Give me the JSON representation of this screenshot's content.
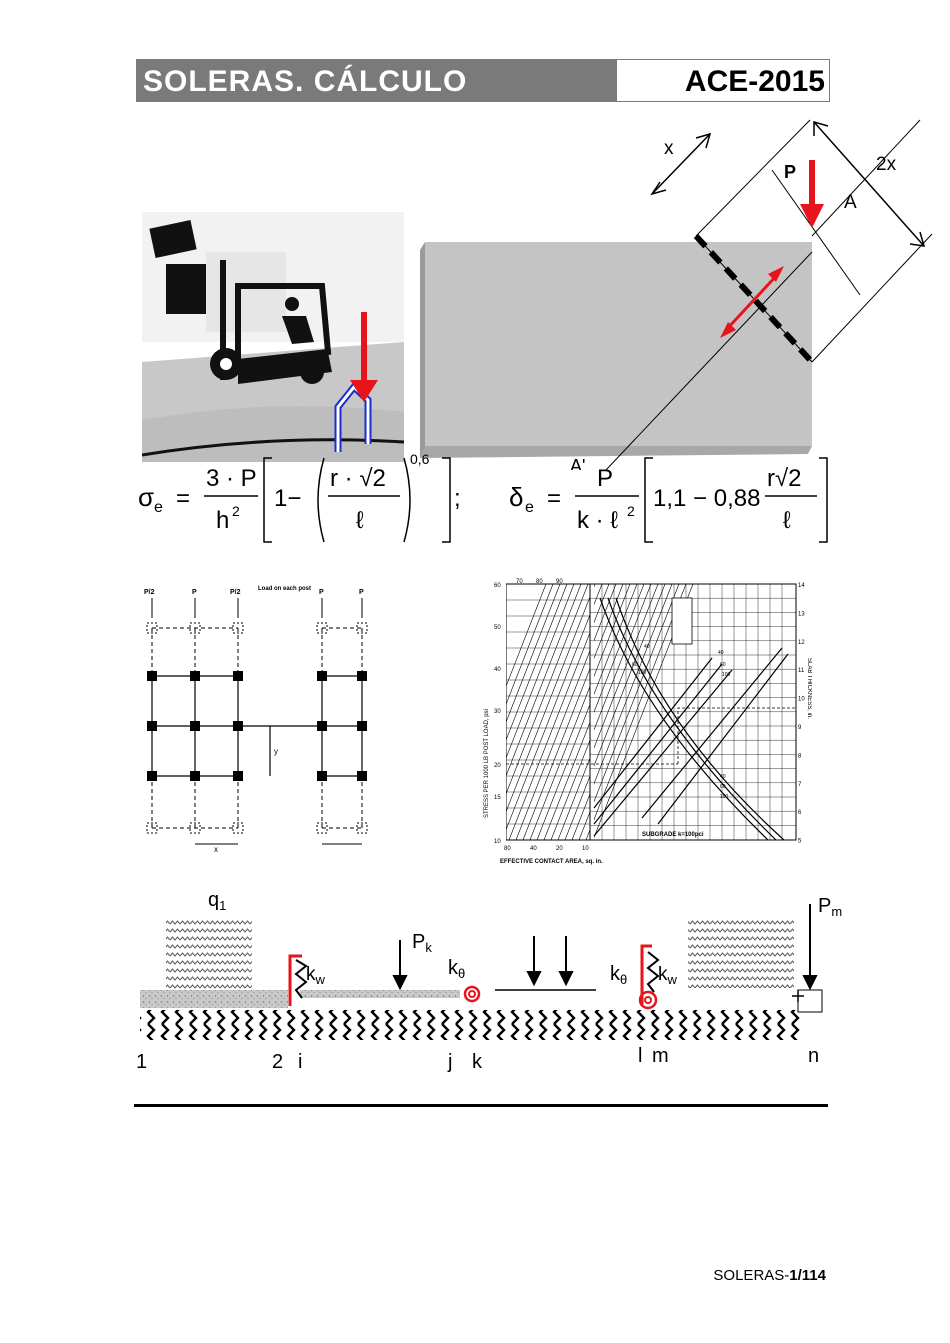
{
  "header": {
    "title": "SOLERAS.  CÁLCULO",
    "code": "ACE-2015"
  },
  "slab_figure": {
    "x_label": "x",
    "two_x_label": "2x",
    "p_label": "P",
    "a_label": "A",
    "a_prime_label": "A'"
  },
  "formula_stress": {
    "lhs": "σ",
    "lhs_sub": "e",
    "eq": "=",
    "num": "3 · P",
    "den": "h",
    "den_sup": "2",
    "one_minus": "1−",
    "inner_num": "r · √2",
    "inner_den": "ℓ",
    "exponent": "0,6",
    "sep": ";"
  },
  "formula_deflection": {
    "lhs": "δ",
    "lhs_sub": "e",
    "eq": "=",
    "num": "P",
    "den": "k · ℓ",
    "den_sup": "2",
    "const": "1,1 − 0,88",
    "frac_num": "r√2",
    "frac_den": "ℓ"
  },
  "grid_figure": {
    "top_labels": [
      "P/2",
      "P",
      "P/2",
      "P",
      "P"
    ],
    "note": "Load on each post",
    "y_label": "y",
    "x_label": "x"
  },
  "design_chart": {
    "left_axis_title": "STRESS PER 1000 LB POST LOAD, psi",
    "left_ticks": [
      "60",
      "50",
      "40",
      "30",
      "20",
      "15",
      "10"
    ],
    "top_ticks": [
      "70",
      "80",
      "90"
    ],
    "bottom_ticks": [
      "80",
      "40",
      "20",
      "10"
    ],
    "bottom_title": "EFFECTIVE CONTACT AREA, sq. in.",
    "right_axis_title": "SLAB THICKNESS, in.",
    "right_ticks": [
      "14",
      "13",
      "12",
      "11",
      "10",
      "9",
      "8",
      "7",
      "6",
      "5"
    ],
    "subgrade_label": "SUBGRADE k=100pci",
    "curve_labels": [
      "40",
      "60",
      "100",
      "40",
      "60",
      "100",
      "40",
      "60",
      "100"
    ]
  },
  "beam_model": {
    "q_label": "q",
    "q_sub": "1",
    "pk_label": "P",
    "pk_sub": "k",
    "pm_label": "P",
    "pm_sub": "m",
    "kw_label": "k",
    "kw_sub": "w",
    "ktheta_label": "k",
    "ktheta_sub": "θ",
    "nodes": [
      "1",
      "2",
      "i",
      "j",
      "k",
      "l",
      "m",
      "n"
    ]
  },
  "footer": {
    "prefix": "SOLERAS-",
    "page": "1/114"
  },
  "colors": {
    "header_bg": "#7a7a7a",
    "red": "#e8141b",
    "blue": "#1a2ecc",
    "slab": "#c4c4c4"
  }
}
